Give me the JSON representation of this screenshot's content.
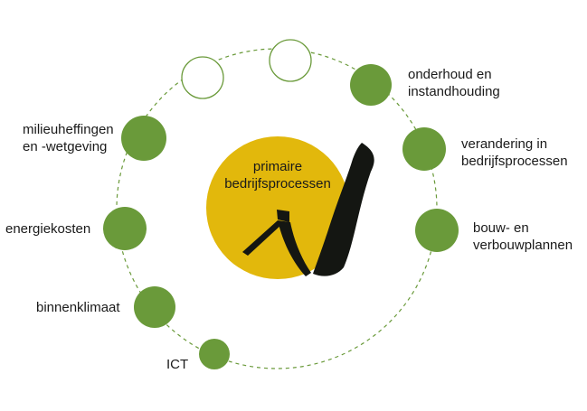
{
  "colors": {
    "green": "#6a9a3a",
    "yellow": "#e2b80c",
    "ring": "#6a9a3a",
    "tie": "#141612",
    "text": "#1a1a1a"
  },
  "center": {
    "line1": "primaire",
    "line2": "bedrijfsprocessen"
  },
  "nodes": [
    {
      "line1": "onderhoud en",
      "line2": "instandhouding"
    },
    {
      "line1": "verandering in",
      "line2": "bedrijfsprocessen"
    },
    {
      "line1": "bouw- en",
      "line2": "verbouwplannen"
    },
    {
      "line1": "milieuheffingen",
      "line2": "en -wetgeving"
    },
    {
      "line1": "energiekosten",
      "line2": ""
    },
    {
      "line1": "binnenklimaat",
      "line2": ""
    },
    {
      "line1": "ICT",
      "line2": ""
    }
  ],
  "icons": {
    "center_emblem": "tie-and-ribbon-icon"
  }
}
